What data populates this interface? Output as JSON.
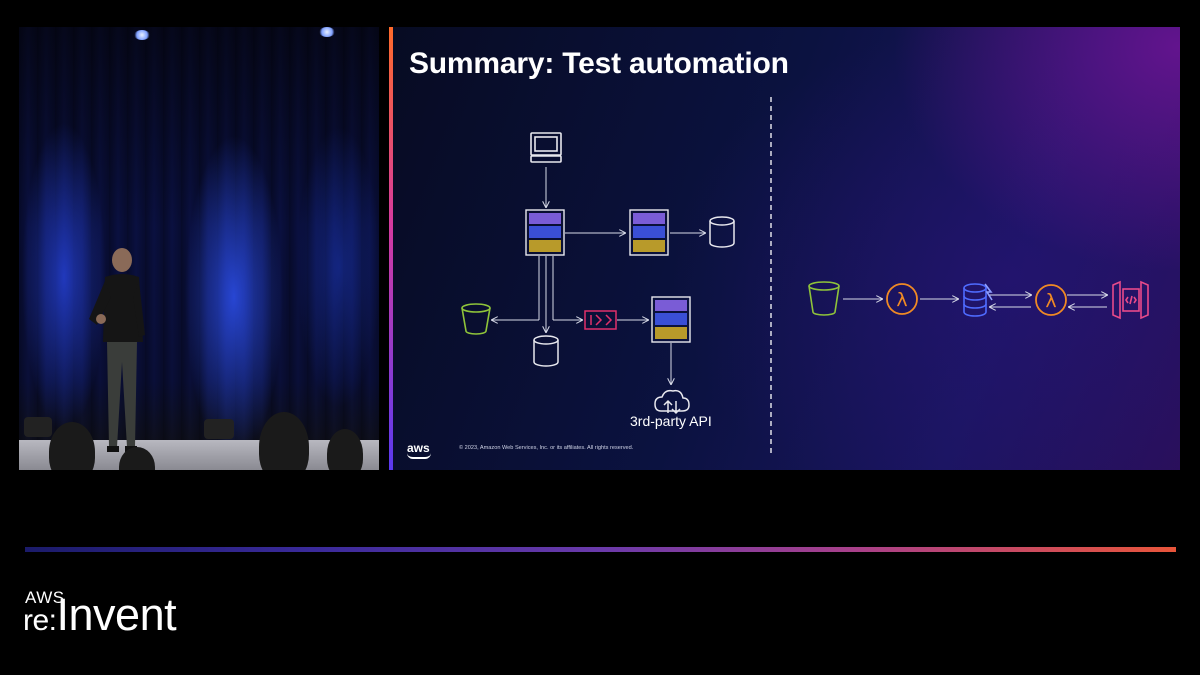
{
  "slide": {
    "title": "Summary: Test automation",
    "api_label": "3rd-party API",
    "aws_logo": "aws",
    "copyright": "© 2023, Amazon Web Services, Inc. or its affiliates. All rights reserved."
  },
  "diagram": {
    "icons": [
      "client-computer-icon",
      "application-stack-icon",
      "s3-bucket-icon",
      "database-icon",
      "event-queue-icon",
      "cloud-upload-icon",
      "lambda-icon",
      "dynamodb-stream-icon",
      "api-gateway-icon"
    ]
  },
  "brand": {
    "aws": "AWS",
    "re": "re:",
    "invent": "Invent"
  },
  "colors": {
    "stack_purple": "#7a5cd6",
    "stack_blue": "#3a4fd6",
    "stack_gold": "#b89a2a",
    "bucket_green": "#8fc43a",
    "lambda_orange": "#f08a24",
    "queue_pink": "#e0306a",
    "dynamo_blue": "#4f6bff",
    "apigw_pink": "#e84a8a"
  }
}
